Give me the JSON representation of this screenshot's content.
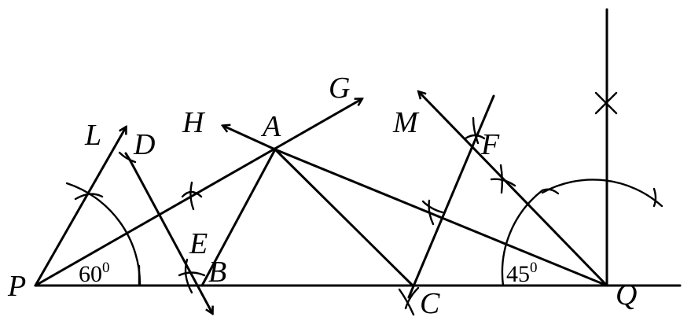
{
  "points": [
    {
      "id": "P",
      "label": "P"
    },
    {
      "id": "Q",
      "label": "Q"
    },
    {
      "id": "A",
      "label": "A"
    },
    {
      "id": "B",
      "label": "B"
    },
    {
      "id": "C",
      "label": "C"
    },
    {
      "id": "D",
      "label": "D"
    },
    {
      "id": "E",
      "label": "E"
    },
    {
      "id": "F",
      "label": "F"
    },
    {
      "id": "G",
      "label": "G"
    },
    {
      "id": "H",
      "label": "H"
    },
    {
      "id": "L",
      "label": "L"
    },
    {
      "id": "M",
      "label": "M"
    }
  ],
  "angles": {
    "angle_P": {
      "value": "60",
      "degree": "0"
    },
    "angle_Q": {
      "value": "45",
      "degree": "0"
    }
  }
}
